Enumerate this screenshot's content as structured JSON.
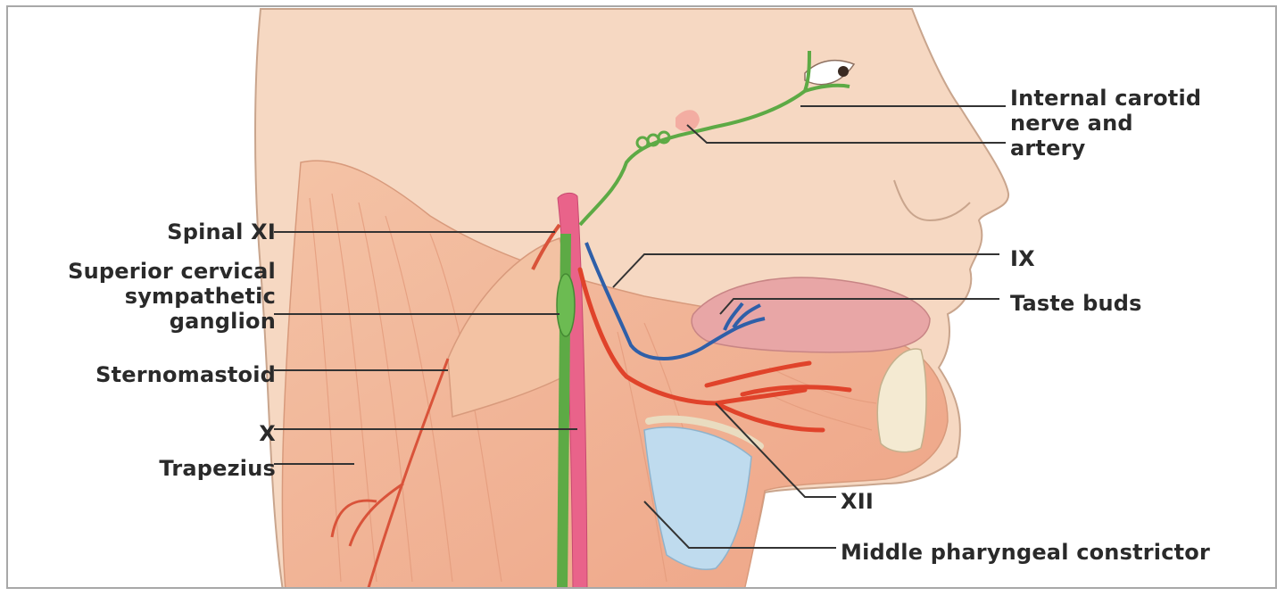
{
  "labels": {
    "internal_carotid": "Internal carotid\nnerve and\nartery",
    "spinal_xi": "Spinal XI",
    "superior_cervical": "Superior cervical\nsympathetic\nganglion",
    "sternomastoid": "Sternomastoid",
    "x_nerve": "X",
    "trapezius": "Trapezius",
    "ix_nerve": "IX",
    "taste_buds": "Taste buds",
    "xii_nerve": "XII",
    "middle_pharyngeal": "Middle pharyngeal constrictor"
  },
  "colors": {
    "skin": "#f6d8c2",
    "skin_outline": "#c9a58d",
    "muscle": "#f0b08f",
    "nerve_green": "#5daa45",
    "nerve_blue": "#2f5fa8",
    "artery_red": "#e0432b",
    "spinal_pink": "#e9638a",
    "tongue": "#e8a6a6",
    "cartilage": "#bfdbee",
    "leader": "#333333"
  }
}
